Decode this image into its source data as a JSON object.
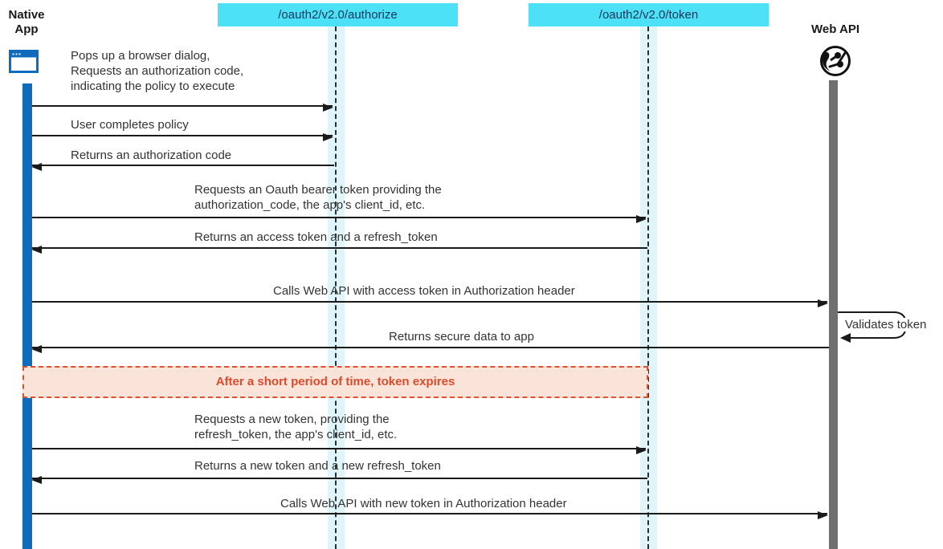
{
  "participants": {
    "native_app": {
      "label": "Native\nApp",
      "icon": "browser-window-icon"
    },
    "authorize": {
      "label": "/oauth2/v2.0/authorize"
    },
    "token": {
      "label": "/oauth2/v2.0/token"
    },
    "web_api": {
      "label": "Web API",
      "icon": "globe-network-icon"
    }
  },
  "messages": [
    {
      "text": "Pops up a browser dialog,\nRequests an authorization code,\nindicating the policy to execute",
      "from": "native_app",
      "to": "authorize"
    },
    {
      "text": "User completes policy",
      "from": "native_app",
      "to": "authorize"
    },
    {
      "text": "Returns an authorization code",
      "from": "authorize",
      "to": "native_app"
    },
    {
      "text": "Requests an Oauth bearer token providing the\nauthorization_code, the app's client_id, etc.",
      "from": "native_app",
      "to": "token"
    },
    {
      "text": "Returns an access token and a refresh_token",
      "from": "token",
      "to": "native_app"
    },
    {
      "text": "Calls Web API with access token in Authorization header",
      "from": "native_app",
      "to": "web_api"
    },
    {
      "text": "Validates token",
      "from": "web_api",
      "to": "web_api"
    },
    {
      "text": "Returns secure data to app",
      "from": "web_api",
      "to": "native_app"
    },
    {
      "text": "Requests a new token, providing the\nrefresh_token, the app's client_id, etc.",
      "from": "native_app",
      "to": "token"
    },
    {
      "text": "Returns a new token and a new refresh_token",
      "from": "token",
      "to": "native_app"
    },
    {
      "text": "Calls Web API with new token in Authorization header",
      "from": "native_app",
      "to": "web_api"
    }
  ],
  "note": {
    "text": "After a short period of time, token expires"
  },
  "colors": {
    "activation_blue": "#0F6CBD",
    "endpoint_cyan": "#4DE1F7",
    "endpoint_text": "#14365A",
    "lifeline_band": "#DFF5FA",
    "lifeline_gray": "#6F6F6F",
    "note_border": "#E0502E",
    "note_fill": "#FAE3D8",
    "note_text": "#DE4B2C",
    "arrow": "#1A1A1A"
  }
}
